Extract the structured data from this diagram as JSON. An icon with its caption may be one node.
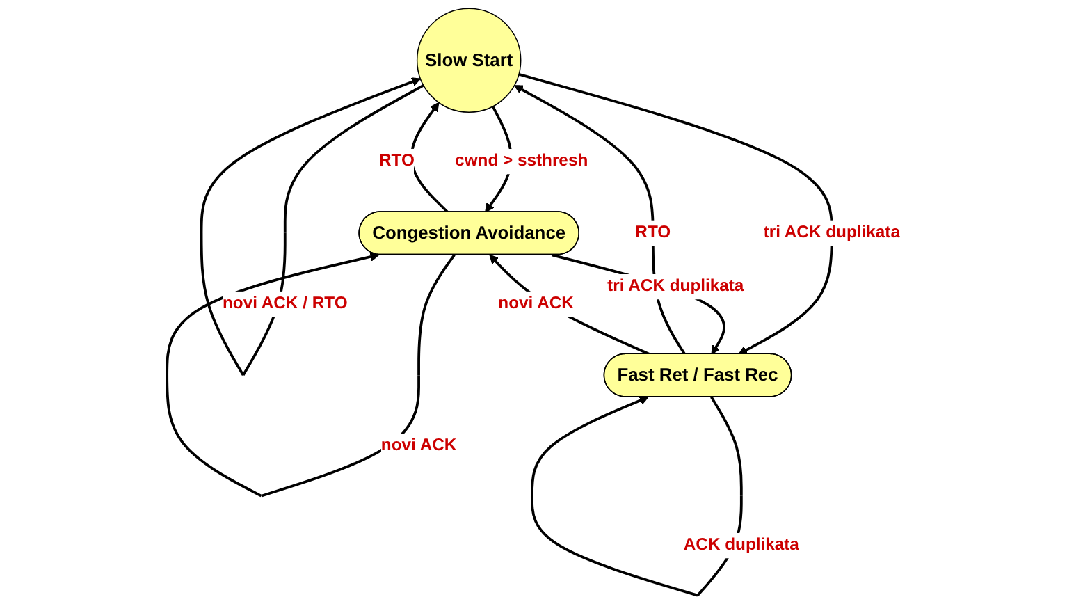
{
  "diagram": {
    "nodes": [
      {
        "text": [
          "Slow Start"
        ]
      },
      {
        "text": [
          "Congestion Avoidance"
        ]
      },
      {
        "text": [
          "Fast Ret / Fast Rec"
        ]
      }
    ],
    "edges": [
      {
        "from": 0,
        "to": 0,
        "arrow": "to",
        "label": "novi ACK / RTO"
      },
      {
        "from": 0,
        "to": 1,
        "arrow": "to",
        "label": "cwnd > ssthresh"
      },
      {
        "from": 1,
        "to": 0,
        "arrow": "to",
        "label": "RTO"
      },
      {
        "from": 2,
        "to": 0,
        "arrow": "to",
        "label": "RTO"
      },
      {
        "from": 0,
        "to": 2,
        "arrow": "to",
        "label": "tri ACK duplikata"
      },
      {
        "from": 2,
        "to": 1,
        "arrow": "to",
        "label": "novi ACK"
      },
      {
        "from": 1,
        "to": 2,
        "arrow": "to",
        "label": "tri ACK duplikata"
      },
      {
        "from": 1,
        "to": 1,
        "arrow": "to",
        "label": "novi ACK"
      },
      {
        "from": 2,
        "to": 2,
        "arrow": "to",
        "label": "ACK duplikata"
      }
    ]
  }
}
